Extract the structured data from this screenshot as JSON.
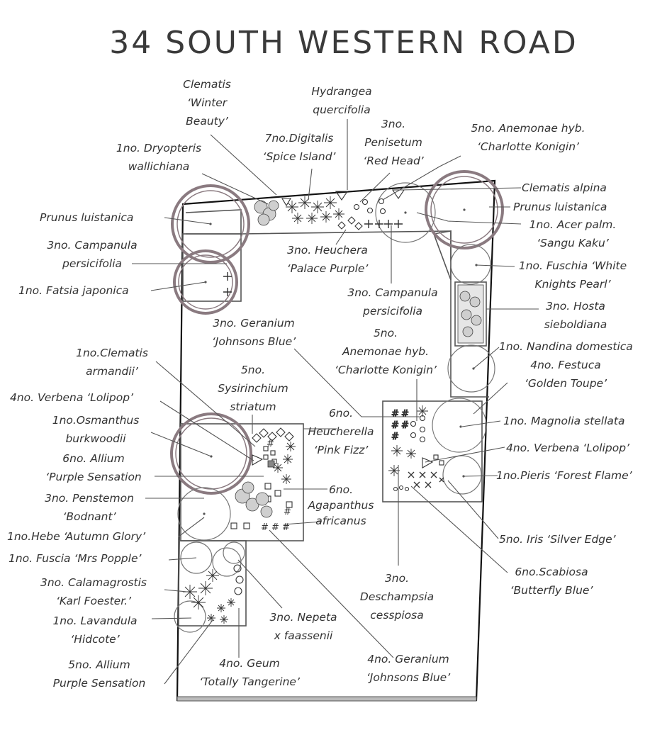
{
  "title": "34 SOUTH WESTERN ROAD",
  "labels": [
    {
      "id": "clematis-winter-beauty",
      "lines": [
        "Clematis",
        "‘Winter",
        "Beauty’"
      ]
    },
    {
      "id": "hydrangea",
      "lines": [
        "Hydrangea",
        "quercifolia"
      ]
    },
    {
      "id": "digitalis",
      "lines": [
        "7no.Digitalis",
        "‘Spice Island’"
      ]
    },
    {
      "id": "penisetum",
      "lines": [
        "3no.",
        "Penisetum",
        "‘Red Head’"
      ]
    },
    {
      "id": "anemone-top",
      "lines": [
        "5no. Anemonae hyb.",
        "‘Charlotte Konigin’"
      ]
    },
    {
      "id": "dryopteris",
      "lines": [
        "1no. Dryopteris",
        "wallichiana"
      ]
    },
    {
      "id": "clematis-alpina",
      "lines": [
        "Clematis alpina"
      ]
    },
    {
      "id": "prunus-right",
      "lines": [
        "Prunus luistanica"
      ]
    },
    {
      "id": "prunus-left",
      "lines": [
        "Prunus luistanica"
      ]
    },
    {
      "id": "acer",
      "lines": [
        "1no. Acer palm.",
        "‘Sangu Kaku’"
      ]
    },
    {
      "id": "campanula-left",
      "lines": [
        "3no. Campanula",
        "persicifolia"
      ]
    },
    {
      "id": "heuchera",
      "lines": [
        "3no. Heuchera",
        "‘Palace Purple’"
      ]
    },
    {
      "id": "fuschia-white",
      "lines": [
        "1no. Fuschia ‘White",
        "Knights Pearl’"
      ]
    },
    {
      "id": "fatsia",
      "lines": [
        "1no. Fatsia japonica"
      ]
    },
    {
      "id": "campanula-mid",
      "lines": [
        "3no. Campanula",
        "persicifolia"
      ]
    },
    {
      "id": "hosta",
      "lines": [
        "3no. Hosta",
        "sieboldiana"
      ]
    },
    {
      "id": "geranium-top",
      "lines": [
        "3no. Geranium",
        "‘Johnsons Blue’"
      ]
    },
    {
      "id": "anemone-mid",
      "lines": [
        "5no.",
        "Anemonae hyb.",
        "‘Charlotte Konigin’"
      ]
    },
    {
      "id": "nandina",
      "lines": [
        "1no. Nandina domestica"
      ]
    },
    {
      "id": "clematis-armandii",
      "lines": [
        "1no.Clematis",
        "armandii’"
      ]
    },
    {
      "id": "festuca",
      "lines": [
        "4no. Festuca",
        "‘Golden Toupe’"
      ]
    },
    {
      "id": "sysirinchium",
      "lines": [
        "5no.",
        "Sysirinchium",
        "striatum"
      ]
    },
    {
      "id": "verbena-left",
      "lines": [
        "4no. Verbena ‘Lolipop’"
      ]
    },
    {
      "id": "heucherella",
      "lines": [
        "6no.",
        "Heucherella",
        "‘Pink Fizz’"
      ]
    },
    {
      "id": "magnolia",
      "lines": [
        "1no. Magnolia stellata"
      ]
    },
    {
      "id": "osmanthus",
      "lines": [
        "1no.Osmanthus",
        "burkwoodii"
      ]
    },
    {
      "id": "allium-top",
      "lines": [
        "6no. Allium",
        "‘Purple Sensation"
      ]
    },
    {
      "id": "verbena-right",
      "lines": [
        "4no. Verbena ‘Lolipop’"
      ]
    },
    {
      "id": "pieris",
      "lines": [
        "1no.Pieris ‘Forest Flame’"
      ]
    },
    {
      "id": "agapanthus",
      "lines": [
        "6no.",
        "Agapanthus",
        "africanus"
      ]
    },
    {
      "id": "penstemon",
      "lines": [
        "3no. Penstemon",
        "‘Bodnant’"
      ]
    },
    {
      "id": "hebe",
      "lines": [
        "1no.Hebe ‘Autumn Glory’"
      ]
    },
    {
      "id": "iris",
      "lines": [
        "5no. Iris ‘Silver Edge’"
      ]
    },
    {
      "id": "fuscia-popple",
      "lines": [
        "1no. Fuscia ‘Mrs Popple’"
      ]
    },
    {
      "id": "scabiosa",
      "lines": [
        "6no.Scabiosa",
        "‘Butterfly Blue’"
      ]
    },
    {
      "id": "deschampsia",
      "lines": [
        "3no.",
        "Deschampsia",
        "cesspiosa"
      ]
    },
    {
      "id": "calamagrostis",
      "lines": [
        "3no. Calamagrostis",
        "‘Karl Foester.’"
      ]
    },
    {
      "id": "nepeta",
      "lines": [
        "3no. Nepeta",
        "x faassenii"
      ]
    },
    {
      "id": "lavandula",
      "lines": [
        "1no. Lavandula",
        "‘Hidcote’"
      ]
    },
    {
      "id": "geranium-bottom",
      "lines": [
        "4no. Geranium",
        "‘Johnsons Blue’"
      ]
    },
    {
      "id": "geum",
      "lines": [
        "4no. Geum",
        "‘Totally Tangerine’"
      ]
    },
    {
      "id": "allium-bottom",
      "lines": [
        "5no. Allium",
        "Purple Sensation"
      ]
    }
  ]
}
